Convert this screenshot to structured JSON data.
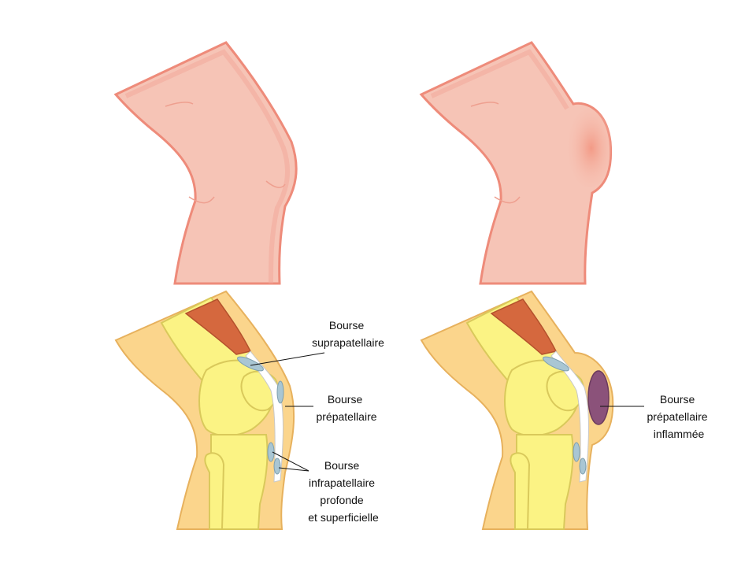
{
  "labels": {
    "suprapatellar": [
      "Bourse",
      "suprapatellaire"
    ],
    "prepatellar": [
      "Bourse",
      "prépatellaire"
    ],
    "infrapatellar": [
      "Bourse",
      "infrapatellaire",
      "profonde",
      "et superficielle"
    ],
    "inflamed": [
      "Bourse",
      "prépatellaire",
      "inflammée"
    ]
  },
  "colors": {
    "skin": "#f6c4b6",
    "skin_edge": "#ee8b7a",
    "tissue": "#fbd58c",
    "bone": "#fbf384",
    "muscle": "#d5683e",
    "bursa": "#a9c6d3",
    "inflamed_bursa": "#8b527a"
  }
}
